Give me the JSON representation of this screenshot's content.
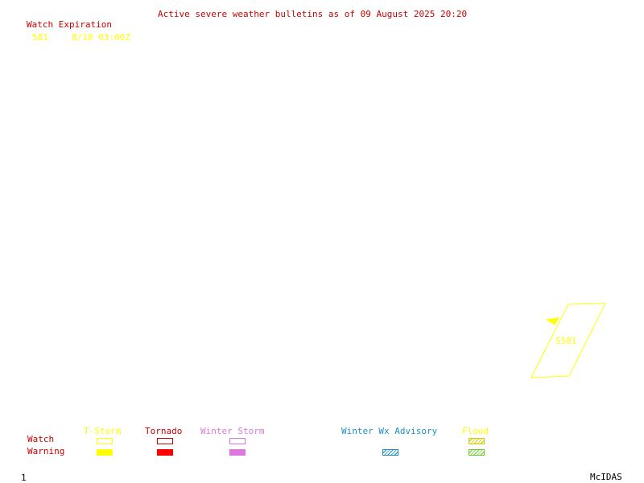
{
  "header": {
    "title": "Active severe weather bulletins as of 09 August 2025 20:20",
    "watch_column_label": "Watch Expiration"
  },
  "watches": [
    {
      "id": "581",
      "expiration": "8/10 03:00Z"
    }
  ],
  "map": {
    "watch_polygon_label": "S581"
  },
  "legend": {
    "row_watch_label": "Watch",
    "row_warning_label": "Warning",
    "tstorm_label": "T-Storm",
    "tornado_label": "Tornado",
    "winter_storm_label": "Winter Storm",
    "winter_wx_label": "Winter Wx Advisory",
    "flood_label": "Flood"
  },
  "footer": {
    "frame_number": "1",
    "software": "McIDAS"
  },
  "colors": {
    "title": "#cc0000",
    "tstorm": "#ffff00",
    "tornado": "#ff0000",
    "winter_storm": "#dd77dd",
    "winter_wx": "#1e90c8",
    "flood": "#66cc33",
    "background": "#ffffff"
  }
}
